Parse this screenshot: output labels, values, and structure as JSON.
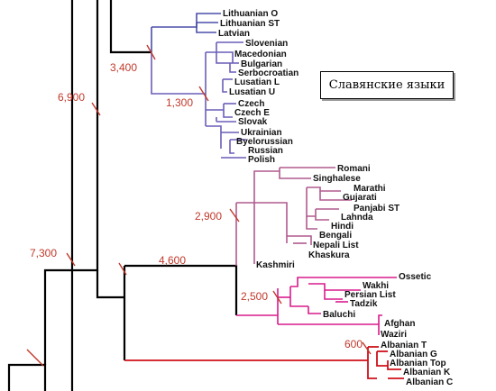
{
  "legend_label": "Славянские языки",
  "leaves": {
    "lithuanian_o": "Lithuanian O",
    "lithuanian_st": "Lithuanian ST",
    "latvian": "Latvian",
    "slovenian": "Slovenian",
    "macedonian": "Macedonian",
    "bulgarian": "Bulgarian",
    "serbocroatian": "Serbocroatian",
    "lusatian_l": "Lusatian L",
    "lusatian_u": "Lusatian U",
    "czech": "Czech",
    "czech_e": "Czech E",
    "slovak": "Slovak",
    "ukrainian": "Ukrainian",
    "byelorussian": "Byelorussian",
    "russian": "Russian",
    "polish": "Polish",
    "romani": "Romani",
    "singhalese": "Singhalese",
    "marathi": "Marathi",
    "gujarati": "Gujarati",
    "panjabi_st": "Panjabi ST",
    "lahnda": "Lahnda",
    "hindi": "Hindi",
    "bengali": "Bengali",
    "nepali_list": "Nepali List",
    "khaskura": "Khaskura",
    "kashmiri": "Kashmiri",
    "ossetic": "Ossetic",
    "wakhi": "Wakhi",
    "persian_list": "Persian List",
    "tadzik": "Tadzik",
    "baluchi": "Baluchi",
    "afghan": "Afghan",
    "waziri": "Waziri",
    "albanian_t": "Albanian T",
    "albanian_g": "Albanian G",
    "albanian_top": "Albanian Top",
    "albanian_k": "Albanian K",
    "albanian_c": "Albanian C"
  },
  "dates": {
    "d3400": "3,400",
    "d1300": "1,300",
    "d6900": "6,900",
    "d2900": "2,900",
    "d7300": "7,300",
    "d4600": "4,600",
    "d2500": "2,500",
    "d600": "600"
  },
  "colors": {
    "trunk": "#000000",
    "baltic_slavic": "#4a4fa8",
    "slavic": "#6a5fb8",
    "indo_aryan": "#b05a8e",
    "iranian": "#d81b8c",
    "albanian": "#d0101a",
    "date_text": "#c0392b"
  }
}
